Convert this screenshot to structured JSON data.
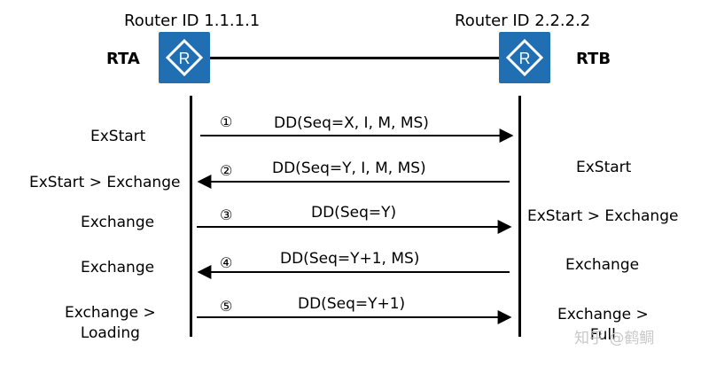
{
  "routers": {
    "left": {
      "id_label": "Router ID 1.1.1.1",
      "name": "RTA",
      "icon": "router-icon",
      "color": "#1f6fb2"
    },
    "right": {
      "id_label": "Router ID 2.2.2.2",
      "name": "RTB",
      "icon": "router-icon",
      "color": "#1f6fb2"
    }
  },
  "messages": [
    {
      "num": "①",
      "text": "DD(Seq=X, I, M, MS)",
      "direction": "A->B",
      "left_state": "ExStart",
      "right_state": ""
    },
    {
      "num": "②",
      "text": "DD(Seq=Y, I, M, MS)",
      "direction": "B->A",
      "left_state": "ExStart > Exchange",
      "right_state": "ExStart"
    },
    {
      "num": "③",
      "text": "DD(Seq=Y)",
      "direction": "A->B",
      "left_state": "Exchange",
      "right_state": "ExStart > Exchange"
    },
    {
      "num": "④",
      "text": "DD(Seq=Y+1, MS)",
      "direction": "B->A",
      "left_state": "Exchange",
      "right_state": "Exchange"
    },
    {
      "num": "⑤",
      "text": "DD(Seq=Y+1)",
      "direction": "A->B",
      "left_state": "Exchange >\nLoading",
      "right_state": "Exchange >\nFull"
    }
  ],
  "watermark": "知乎 @鹤鲷"
}
